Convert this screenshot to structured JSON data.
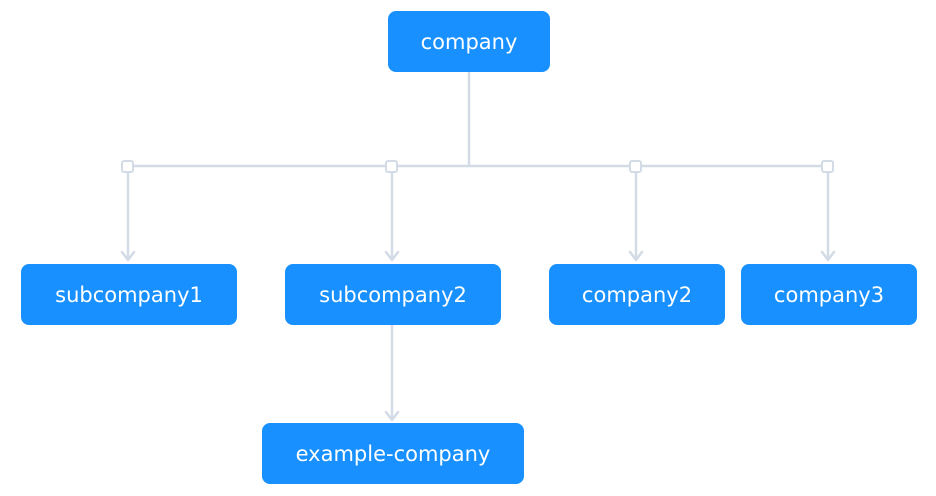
{
  "diagram": {
    "nodes": {
      "root": {
        "label": "company"
      },
      "subcompany1": {
        "label": "subcompany1"
      },
      "subcompany2": {
        "label": "subcompany2"
      },
      "company2": {
        "label": "company2"
      },
      "company3": {
        "label": "company3"
      },
      "example_company": {
        "label": "example-company"
      }
    },
    "edges": [
      {
        "from": "root",
        "to": "subcompany1"
      },
      {
        "from": "root",
        "to": "subcompany2"
      },
      {
        "from": "root",
        "to": "company2"
      },
      {
        "from": "root",
        "to": "company3"
      },
      {
        "from": "subcompany2",
        "to": "example_company"
      }
    ],
    "colors": {
      "node_fill": "#1890ff",
      "node_text": "#ffffff",
      "edge": "#d3dce6"
    }
  }
}
